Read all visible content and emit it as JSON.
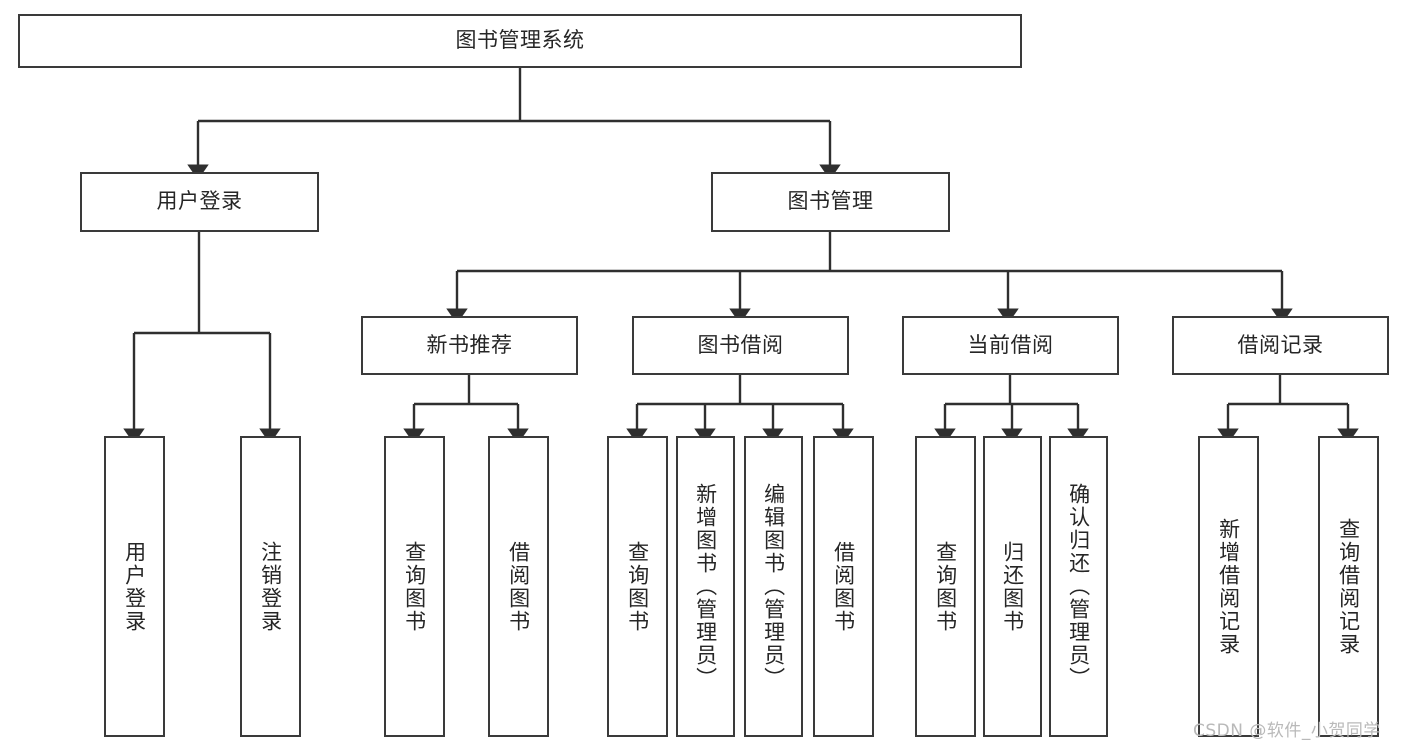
{
  "diagram": {
    "title": "图书管理系统",
    "type": "hierarchy-tree",
    "style": {
      "box_border_color": "#3a3a3a",
      "box_fill_color": "#ffffff",
      "edge_color": "#2f2f2f",
      "text_color": "#262626",
      "background_color": "#ffffff"
    },
    "nodes": {
      "root": {
        "label": "图书管理系统",
        "orientation": "horizontal"
      },
      "level2": [
        {
          "id": "user-login",
          "label": "用户登录",
          "orientation": "horizontal"
        },
        {
          "id": "book-manage",
          "label": "图书管理",
          "orientation": "horizontal"
        }
      ],
      "level3": [
        {
          "id": "new-book-recommend",
          "label": "新书推荐",
          "orientation": "horizontal"
        },
        {
          "id": "book-borrow",
          "label": "图书借阅",
          "orientation": "horizontal"
        },
        {
          "id": "current-borrow",
          "label": "当前借阅",
          "orientation": "horizontal"
        },
        {
          "id": "borrow-record",
          "label": "借阅记录",
          "orientation": "horizontal"
        }
      ],
      "leaves": {
        "user-login": [
          {
            "id": "leaf-user-login",
            "label": "用户登录"
          },
          {
            "id": "leaf-user-logout",
            "label": "注销登录"
          }
        ],
        "new-book-recommend": [
          {
            "id": "leaf-query-book-1",
            "label": "查询图书"
          },
          {
            "id": "leaf-borrow-book-1",
            "label": "借阅图书"
          }
        ],
        "book-borrow": [
          {
            "id": "leaf-query-book-2",
            "label": "查询图书"
          },
          {
            "id": "leaf-add-book",
            "label": "新增图书（管理员）"
          },
          {
            "id": "leaf-edit-book",
            "label": "编辑图书（管理员）"
          },
          {
            "id": "leaf-borrow-book-2",
            "label": "借阅图书"
          }
        ],
        "current-borrow": [
          {
            "id": "leaf-query-book-3",
            "label": "查询图书"
          },
          {
            "id": "leaf-return-book",
            "label": "归还图书"
          },
          {
            "id": "leaf-confirm-return",
            "label": "确认归还（管理员）"
          }
        ],
        "borrow-record": [
          {
            "id": "leaf-add-record",
            "label": "新增借阅记录"
          },
          {
            "id": "leaf-query-record",
            "label": "查询借阅记录"
          }
        ]
      }
    }
  },
  "watermark": {
    "text": "CSDN @软件_小贺同学"
  }
}
